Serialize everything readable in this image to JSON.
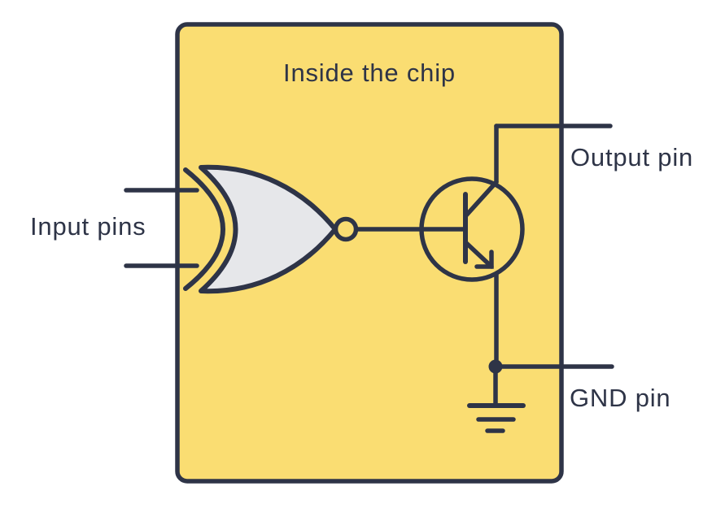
{
  "diagram": {
    "title": "Inside the chip",
    "labels": {
      "input": "Input pins",
      "output": "Output pin",
      "gnd": "GND pin"
    },
    "components": [
      {
        "name": "chip-body",
        "kind": "rounded-rectangle"
      },
      {
        "name": "xnor-gate-icon",
        "kind": "logic gate with double input curve and inverting output bubble"
      },
      {
        "name": "npn-transistor-icon",
        "kind": "transistor symbol in circle with emitter arrow"
      },
      {
        "name": "ground-symbol-icon",
        "kind": "earth ground with three shrinking bars"
      },
      {
        "name": "junction-dot",
        "kind": "solder junction"
      }
    ],
    "colors": {
      "chip_fill": "#FADD72",
      "line": "#2E3447",
      "gate_fill": "#E6E7EA",
      "background": "#FFFFFF",
      "text": "#2E3447"
    }
  }
}
